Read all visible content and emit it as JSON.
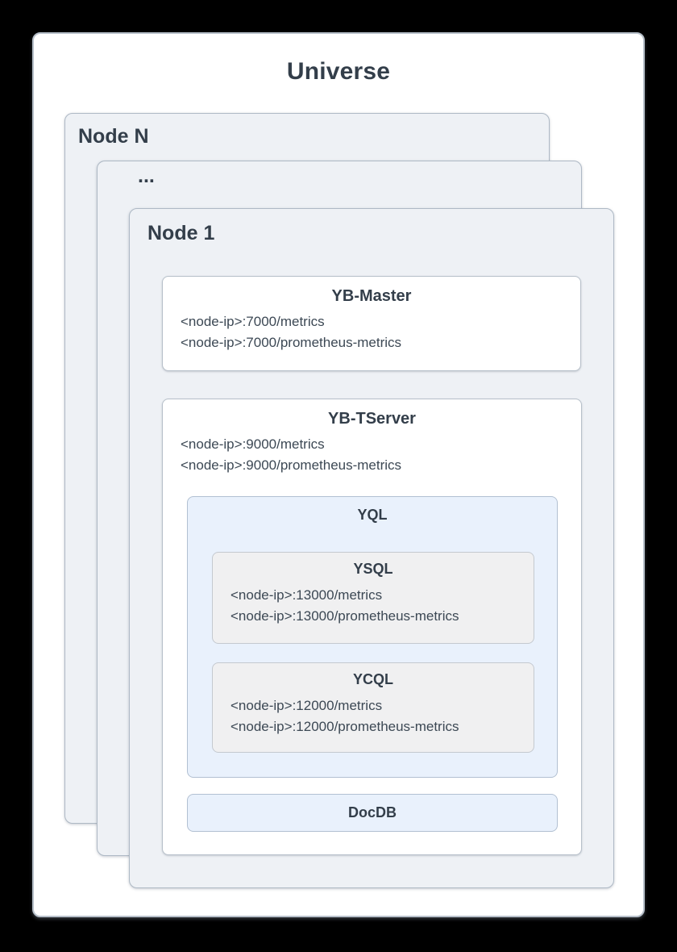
{
  "diagram": {
    "title": "Universe",
    "node_n": {
      "label": "Node N"
    },
    "node_dots": {
      "label": "..."
    },
    "node_1": {
      "label": "Node 1"
    },
    "yb_master": {
      "title": "YB-Master",
      "lines": [
        "<node-ip>:7000/metrics",
        "<node-ip>:7000/prometheus-metrics"
      ]
    },
    "yb_tserver": {
      "title": "YB-TServer",
      "lines": [
        "<node-ip>:9000/metrics",
        "<node-ip>:9000/prometheus-metrics"
      ]
    },
    "yql": {
      "title": "YQL"
    },
    "ysql": {
      "title": "YSQL",
      "lines": [
        "<node-ip>:13000/metrics",
        "<node-ip>:13000/prometheus-metrics"
      ]
    },
    "ycql": {
      "title": "YCQL",
      "lines": [
        "<node-ip>:12000/metrics",
        "<node-ip>:12000/prometheus-metrics"
      ]
    },
    "docdb": {
      "title": "DocDB"
    }
  },
  "colors": {
    "page_background": "#000000",
    "card_background": "#ffffff",
    "node_fill": "#eef1f5",
    "yql_fill": "#e9f1fc",
    "api_fill": "#f0f0f1",
    "heading_text": "#333e4a",
    "body_text": "#3c4854",
    "border": "#b7c0ca"
  }
}
